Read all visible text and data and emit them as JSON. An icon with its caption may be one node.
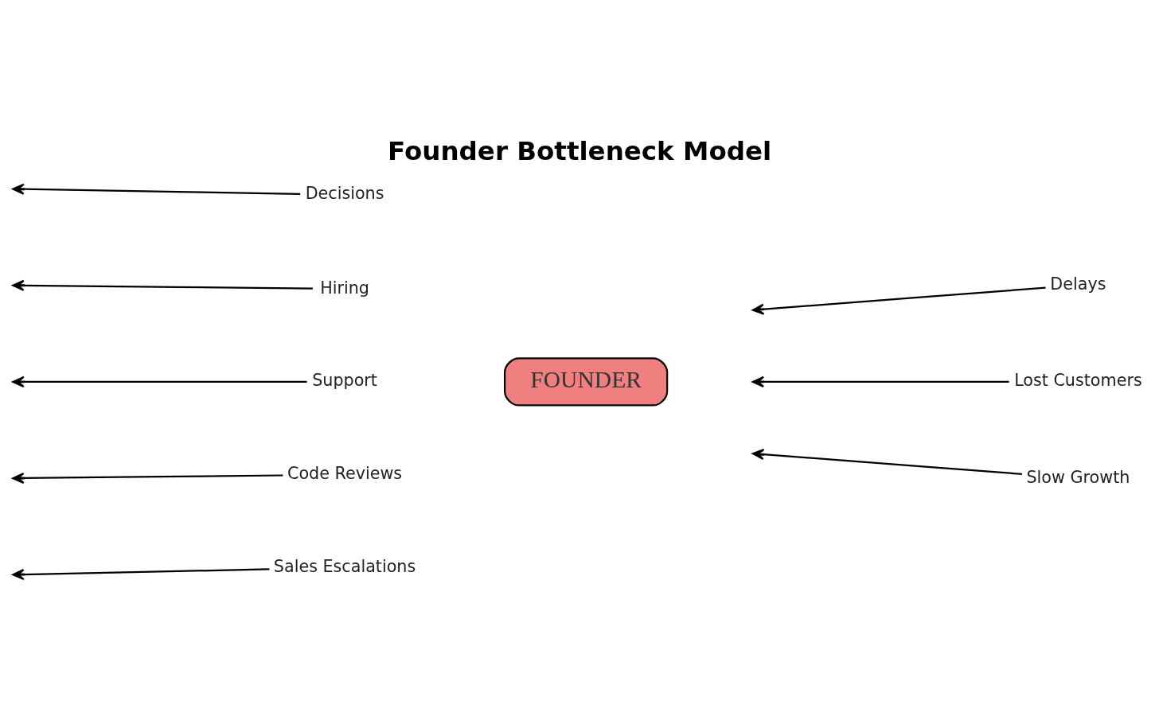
{
  "diagram": {
    "title": "Founder Bottleneck Model",
    "nodes": [
      {
        "text": [
          "Decisions"
        ]
      },
      {
        "text": [
          "Hiring"
        ]
      },
      {
        "text": [
          "Support"
        ]
      },
      {
        "text": [
          "Delays"
        ]
      },
      {
        "text": [
          "FOUNDER"
        ]
      },
      {
        "text": [
          "Code Reviews"
        ]
      },
      {
        "text": [
          "Lost Customers"
        ]
      },
      {
        "text": [
          "Sales Escalations"
        ]
      },
      {
        "text": [
          "Slow Growth"
        ]
      }
    ],
    "edges": [
      {
        "from": 0,
        "to": null,
        "arrow": "to"
      },
      {
        "from": 1,
        "to": null,
        "arrow": "to"
      },
      {
        "from": 2,
        "to": null,
        "arrow": "to"
      },
      {
        "from": 3,
        "to": null,
        "arrow": "to"
      },
      {
        "from": 5,
        "to": null,
        "arrow": "to"
      },
      {
        "from": 6,
        "to": null,
        "arrow": "to"
      },
      {
        "from": 7,
        "to": null,
        "arrow": "to"
      },
      {
        "from": 8,
        "to": null,
        "arrow": "to"
      }
    ]
  }
}
